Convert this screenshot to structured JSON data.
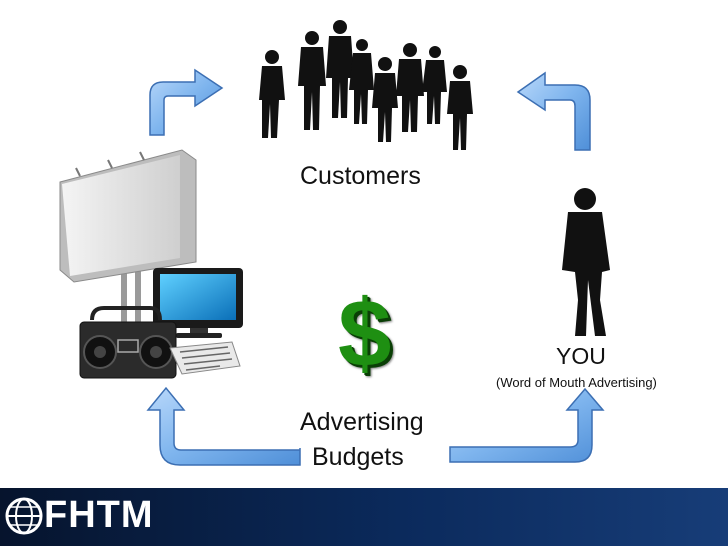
{
  "nodes": {
    "customers": {
      "label": "Customers"
    },
    "you": {
      "label": "YOU",
      "sublabel": "(Word of Mouth Advertising)"
    },
    "advertising": {
      "line1": "Advertising",
      "line2": "Budgets"
    },
    "dollar": {
      "symbol": "$",
      "color": "#1e8f12"
    }
  },
  "footer": {
    "logo_text": "FHTM",
    "color": "#0b2a5c"
  },
  "colors": {
    "arrow_fill": "#7fb5ee",
    "arrow_edge": "#3c6fb3"
  }
}
